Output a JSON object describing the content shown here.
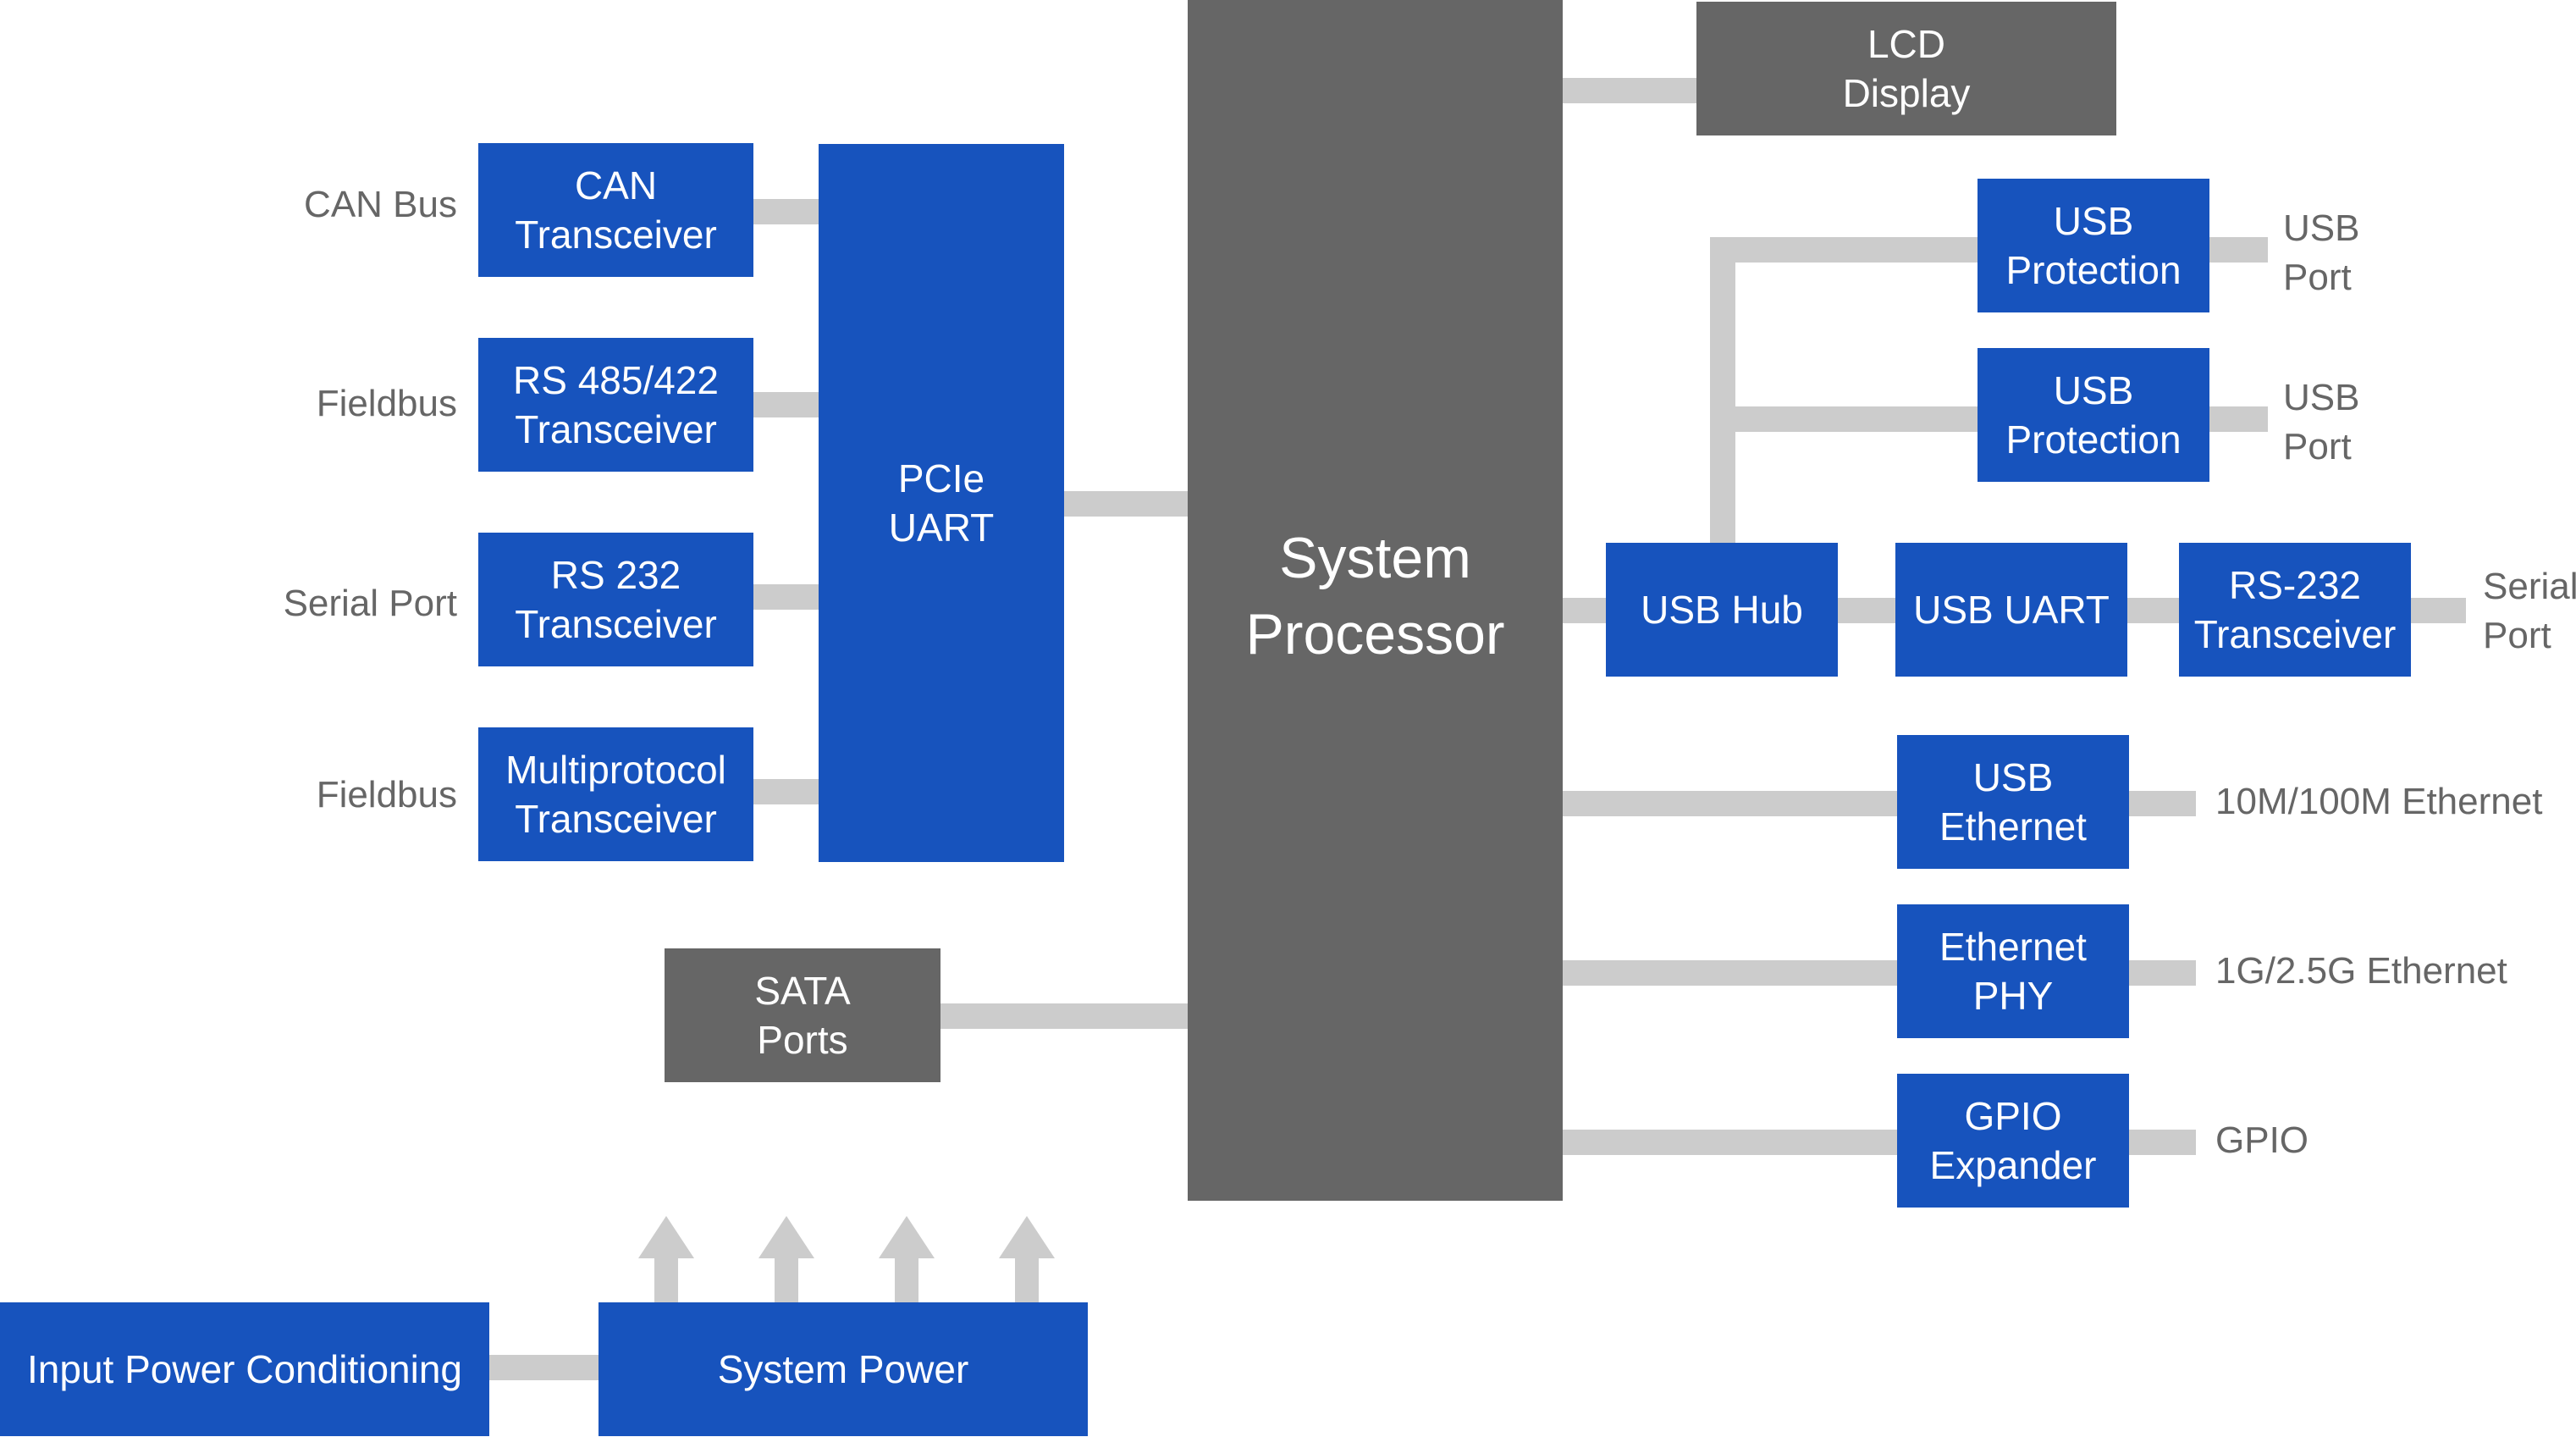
{
  "colors": {
    "block_blue": "#1753bd",
    "block_gray": "#666666",
    "wire": "#cccccc",
    "label": "#666666"
  },
  "blocks": {
    "lcd_display": "LCD\nDisplay",
    "can_transceiver": "CAN\nTransceiver",
    "rs485_transceiver": "RS 485/422\nTransceiver",
    "rs232_transceiver": "RS 232\nTransceiver",
    "multiprotocol_transceiver": "Multiprotocol\nTransceiver",
    "pcie_uart": "PCIe\nUART",
    "system_processor": "System\nProcessor",
    "sata_ports": "SATA\nPorts",
    "usb_protection_1": "USB\nProtection",
    "usb_protection_2": "USB\nProtection",
    "usb_hub": "USB Hub",
    "usb_uart": "USB UART",
    "rs232_transceiver_right": "RS-232\nTransceiver",
    "usb_ethernet": "USB\nEthernet",
    "ethernet_phy": "Ethernet\nPHY",
    "gpio_expander": "GPIO\nExpander",
    "input_power_conditioning": "Input Power Conditioning",
    "system_power": "System Power"
  },
  "labels": {
    "can_bus": "CAN Bus",
    "fieldbus_1": "Fieldbus",
    "serial_port_left": "Serial Port",
    "fieldbus_2": "Fieldbus",
    "usb_port_1": "USB\nPort",
    "usb_port_2": "USB\nPort",
    "serial_port_right": "Serial\nPort",
    "ethernet_10_100": "10M/100M Ethernet",
    "ethernet_1g": "1G/2.5G Ethernet",
    "gpio": "GPIO"
  },
  "icons": {
    "power_arrow": "up-arrow-icon"
  }
}
